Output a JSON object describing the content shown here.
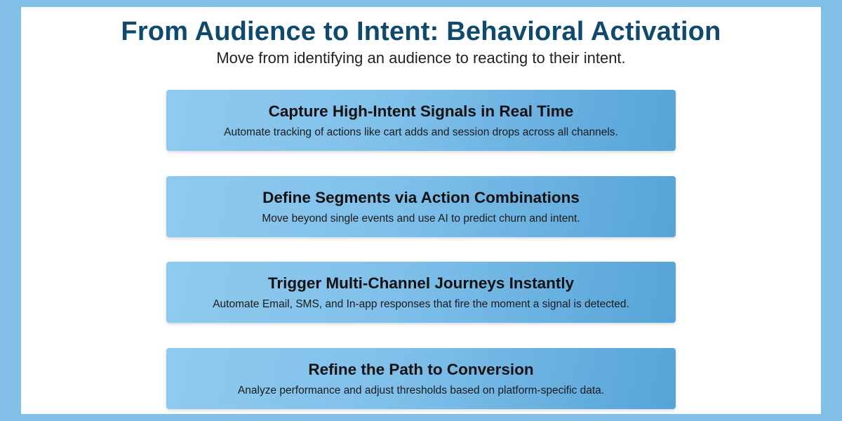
{
  "header": {
    "title": "From Audience to Intent: Behavioral Activation",
    "subtitle": "Move from identifying an audience to reacting to their intent."
  },
  "steps": [
    {
      "title": "Capture High-Intent Signals in Real Time",
      "description": "Automate tracking of actions like cart adds and session drops across all channels."
    },
    {
      "title": "Define Segments via Action Combinations",
      "description": "Move beyond single events and use AI to predict churn and intent."
    },
    {
      "title": "Trigger Multi-Channel Journeys Instantly",
      "description": "Automate Email, SMS, and In-app responses that fire the moment a signal is detected."
    },
    {
      "title": "Refine the Path to Conversion",
      "description": "Analyze performance and adjust thresholds based on platform-specific data."
    }
  ],
  "colors": {
    "frame": "#82bfe6",
    "title": "#0e4a6e",
    "card_start": "#8fcaee",
    "card_end": "#56a4d8"
  }
}
